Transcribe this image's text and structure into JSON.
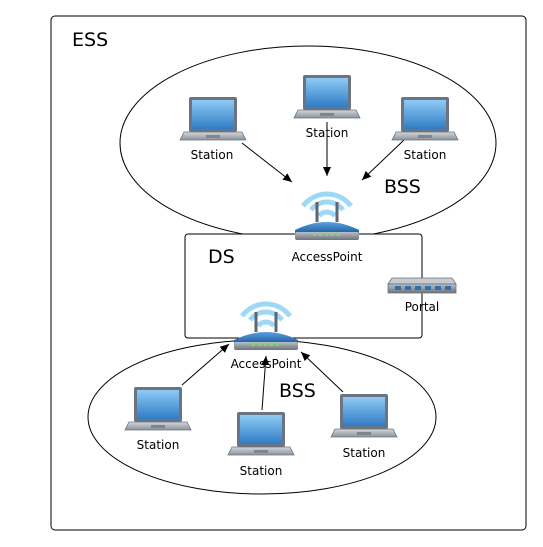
{
  "ess": {
    "label": "ESS"
  },
  "ds": {
    "label": "DS"
  },
  "bss_top": {
    "label": "BSS",
    "access_point_label": "AccessPoint",
    "stations": [
      "Station",
      "Station",
      "Station"
    ]
  },
  "bss_bottom": {
    "label": "BSS",
    "access_point_label": "AccessPoint",
    "stations": [
      "Station",
      "Station",
      "Station"
    ]
  },
  "portal": {
    "label": "Portal"
  },
  "colors": {
    "wifi_wave": "#8ccff2",
    "router_blue": "#2f6fb1",
    "router_grey": "#8a8f96",
    "laptop_screen": "#3f93d8",
    "laptop_body": "#9aa3ad",
    "link_led": "#7ed957"
  }
}
